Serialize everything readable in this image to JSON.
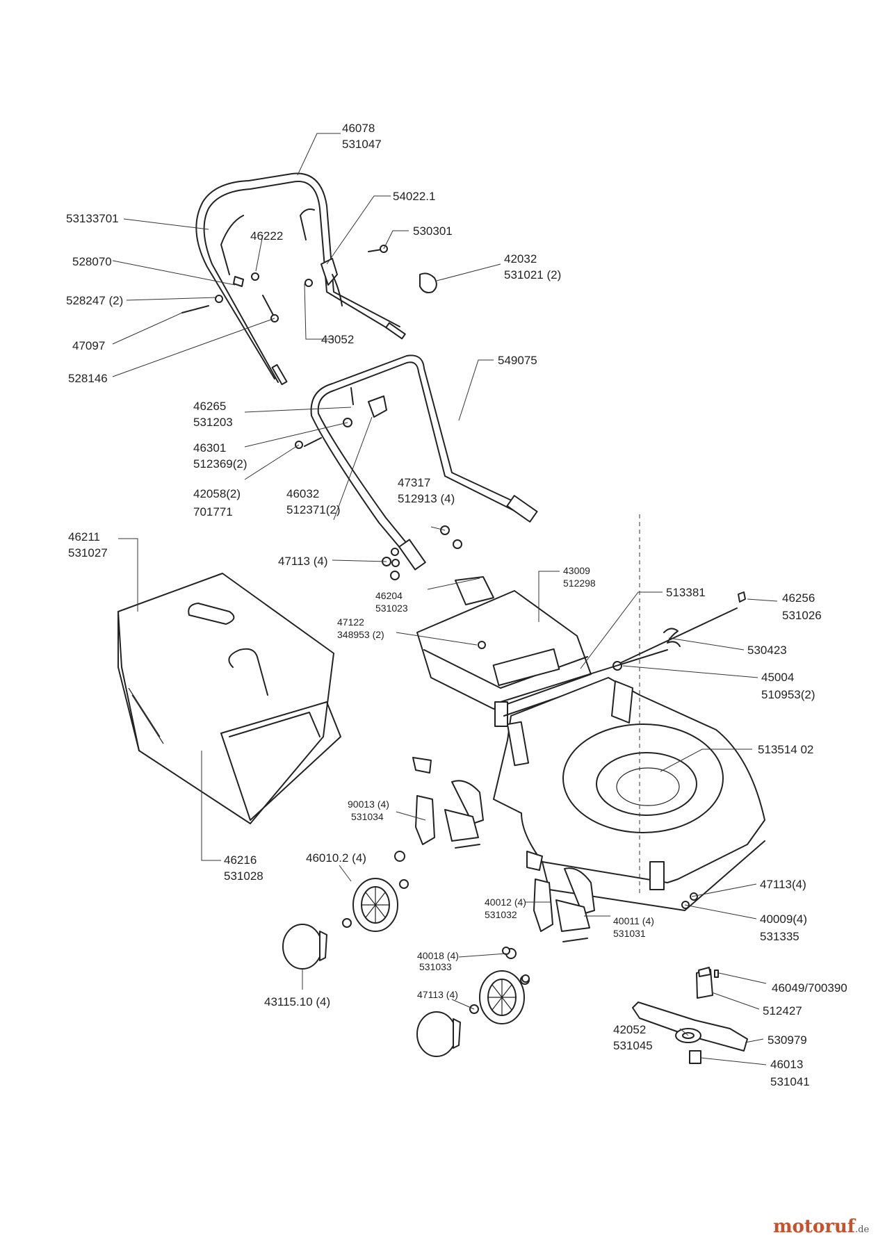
{
  "diagram": {
    "labels": {
      "l01": [
        "46078",
        "531047"
      ],
      "l02": [
        "53133701"
      ],
      "l03": [
        "54022.1"
      ],
      "l04": [
        "46222"
      ],
      "l05": [
        "530301"
      ],
      "l06": [
        "528070"
      ],
      "l07": [
        "42032",
        "531021 (2)"
      ],
      "l08": [
        "528247 (2)"
      ],
      "l09": [
        "47097"
      ],
      "l10": [
        "43052"
      ],
      "l11": [
        "528146"
      ],
      "l12": [
        "549075"
      ],
      "l13": [
        "46265",
        "531203"
      ],
      "l14": [
        "46301",
        "512369(2)"
      ],
      "l15": [
        "42058(2)",
        "701771"
      ],
      "l16": [
        "46032",
        "512371(2)"
      ],
      "l17": [
        "47317",
        "512913 (4)"
      ],
      "l18": [
        "46211",
        "531027"
      ],
      "l19": [
        "47113 (4)"
      ],
      "l20": [
        "43009",
        "512298"
      ],
      "l21": [
        "46204",
        "531023"
      ],
      "l22": [
        "513381"
      ],
      "l23": [
        "46256",
        "531026"
      ],
      "l24": [
        "47122",
        "348953 (2)"
      ],
      "l25": [
        "530423"
      ],
      "l26": [
        "45004",
        "510953(2)"
      ],
      "l27": [
        "513514 02"
      ],
      "l28": [
        "90013 (4)",
        "531034"
      ],
      "l29": [
        "46216",
        "531028"
      ],
      "l30": [
        "46010.2 (4)"
      ],
      "l31": [
        "47113(4)"
      ],
      "l32": [
        "40012 (4)",
        "531032"
      ],
      "l33": [
        "40011 (4)",
        "531031"
      ],
      "l34": [
        "40009(4)",
        "531335"
      ],
      "l35": [
        "40018 (4)",
        "531033"
      ],
      "l36": [
        "46049/700390"
      ],
      "l37": [
        "43115.10 (4)"
      ],
      "l38": [
        "47113 (4)"
      ],
      "l39": [
        "512427"
      ],
      "l40": [
        "42052",
        "531045"
      ],
      "l41": [
        "530979"
      ],
      "l42": [
        "46013",
        "531041"
      ]
    }
  },
  "brand": {
    "name": "motoruf",
    "tld": ".de"
  },
  "colors": {
    "line": "#222222",
    "brand": "#c8502a",
    "background": "#ffffff"
  }
}
